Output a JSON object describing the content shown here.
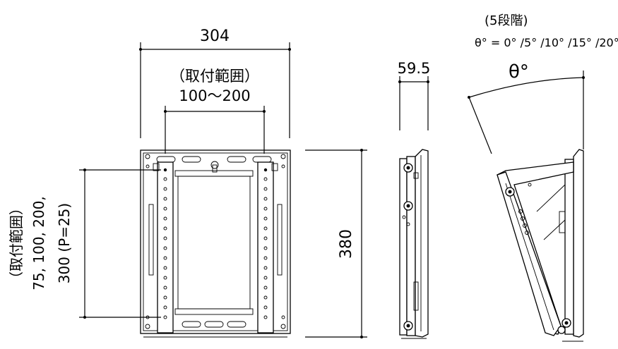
{
  "dimensions": {
    "overall_width": "304",
    "mount_range_h_label": "（取付範囲）",
    "mount_range_h_value": "100～200",
    "depth": "59.5",
    "height": "380",
    "mount_range_v_label": "（取付範囲）",
    "mount_range_v_line1": "75, 100, 200,",
    "mount_range_v_line2": "300 (P=25)"
  },
  "tilt": {
    "steps_label": "(5段階)",
    "angles": "θ° = 0° /5° /10° /15° /20°",
    "symbol": "θ°"
  }
}
